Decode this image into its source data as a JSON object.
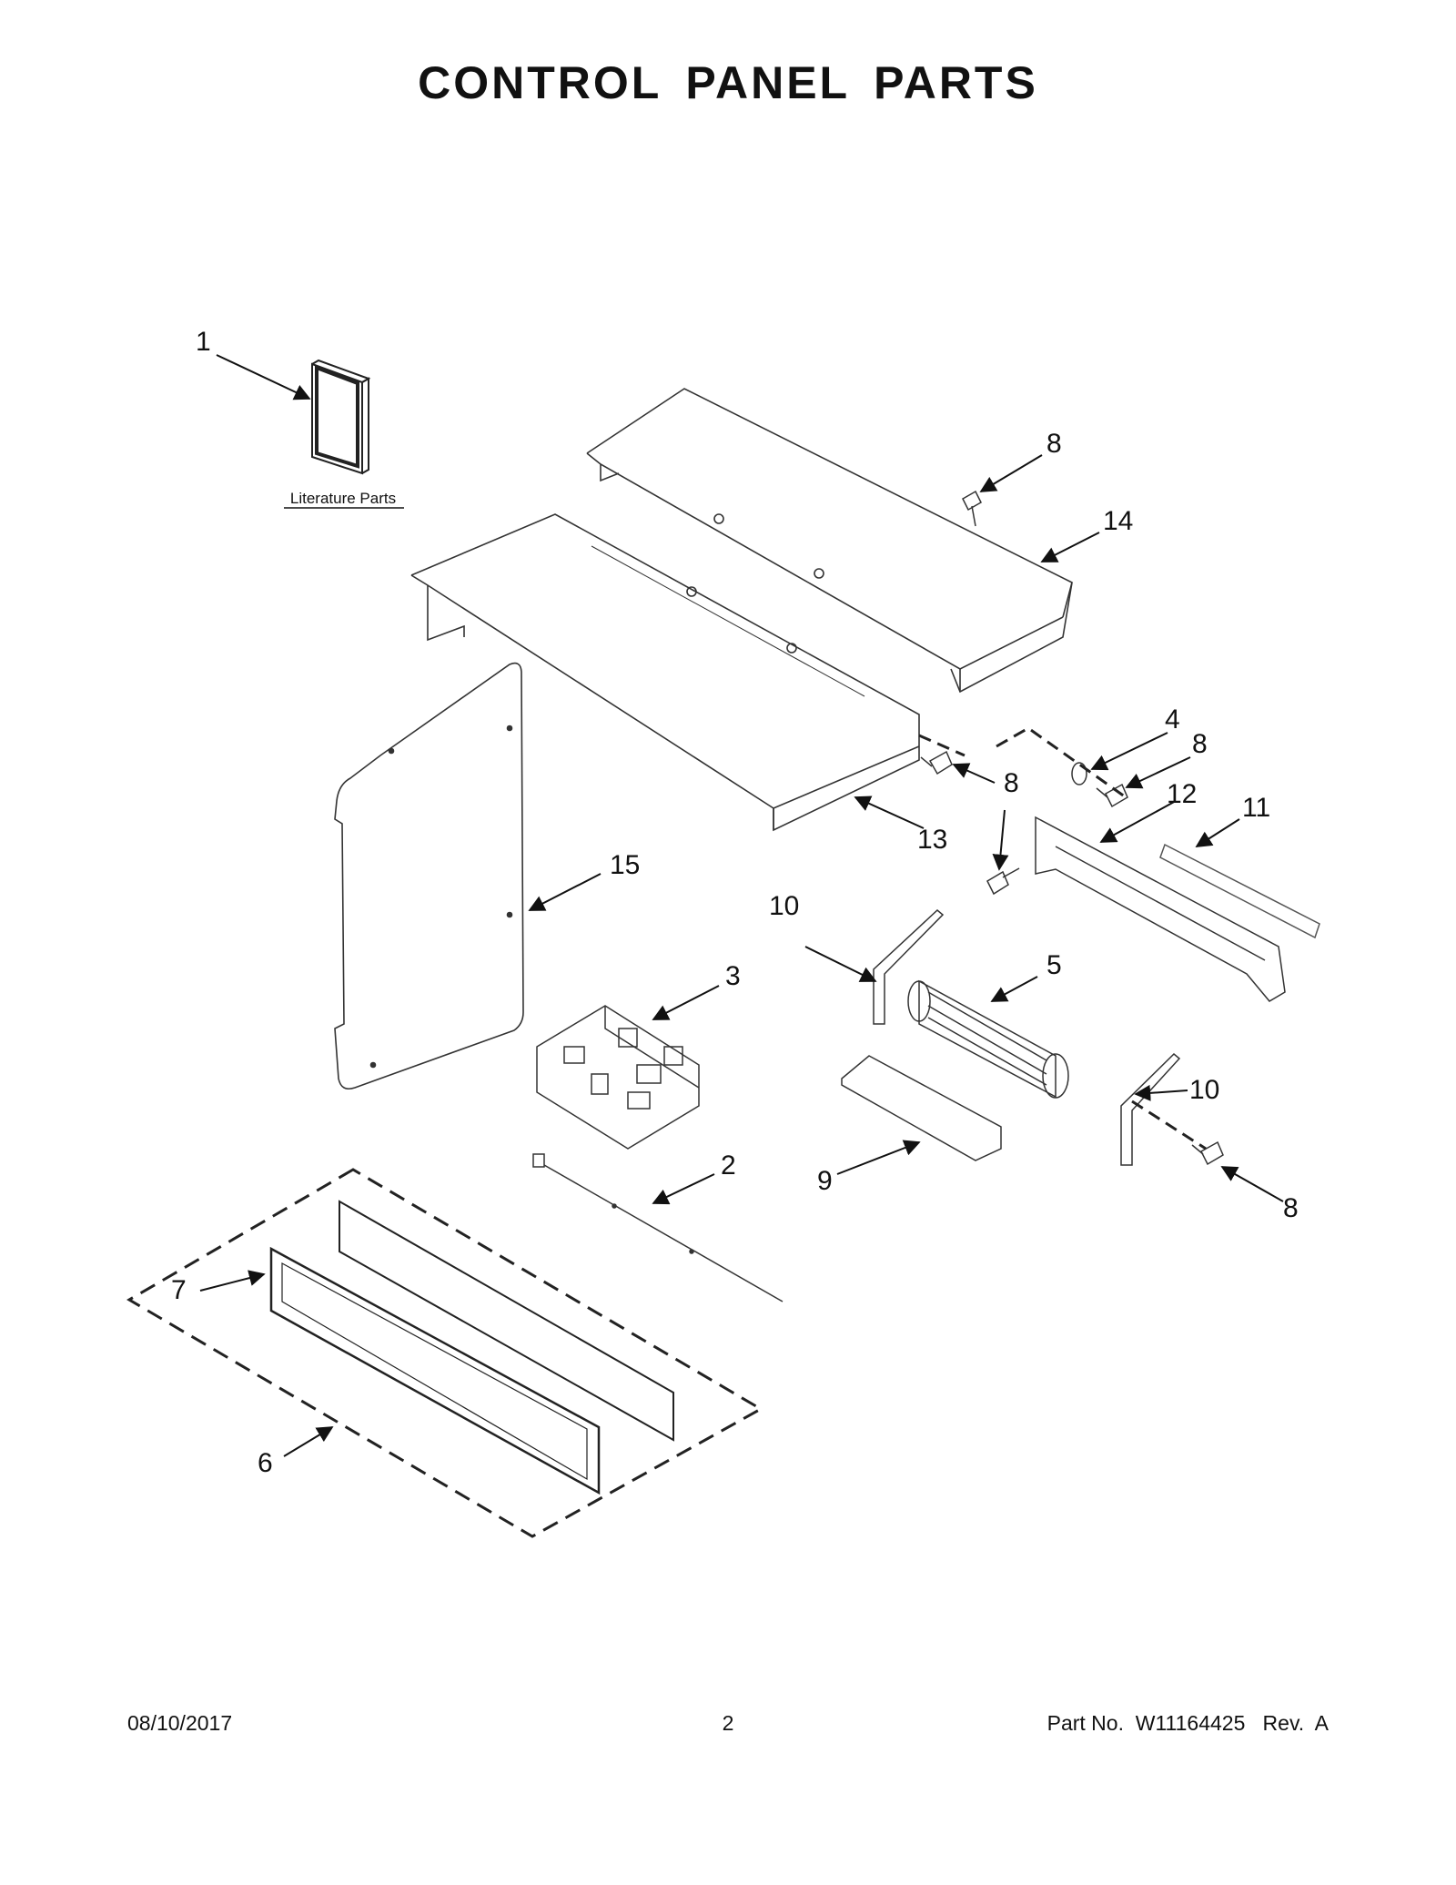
{
  "page": {
    "title": "CONTROL PANEL PARTS",
    "literature_label": "Literature Parts"
  },
  "callouts": {
    "c1": "1",
    "c2": "2",
    "c3": "3",
    "c4": "4",
    "c5": "5",
    "c6": "6",
    "c7": "7",
    "c8a": "8",
    "c8b": "8",
    "c8c": "8",
    "c8d": "8",
    "c9": "9",
    "c10a": "10",
    "c10b": "10",
    "c11": "11",
    "c12": "12",
    "c13": "13",
    "c14": "14",
    "c15": "15"
  },
  "footer": {
    "date": "08/10/2017",
    "page_number": "2",
    "part_info": "Part No.  W11164425   Rev.  A"
  },
  "colors": {
    "line": "#222222",
    "text": "#111111",
    "background": "#ffffff"
  }
}
